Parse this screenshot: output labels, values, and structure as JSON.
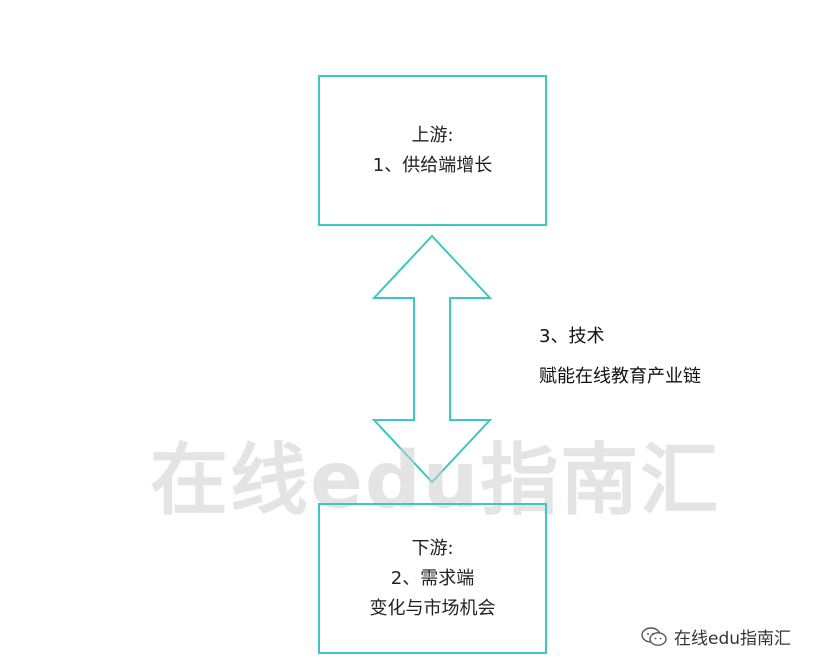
{
  "diagram": {
    "upstream": {
      "title": "上游:",
      "detail": "1、供给端增长"
    },
    "downstream": {
      "title": "下游:",
      "detail": "2、需求端",
      "detail2": "变化与市场机会"
    },
    "connector": {
      "line1": "3、技术",
      "line2": "赋能在线教育产业链"
    }
  },
  "watermark": "在线edu指南汇",
  "footer": {
    "account_name": "在线edu指南汇",
    "icon": "wechat-icon"
  },
  "colors": {
    "box_border": "#3cc6c7",
    "arrow_stroke": "#3cc6c7"
  }
}
